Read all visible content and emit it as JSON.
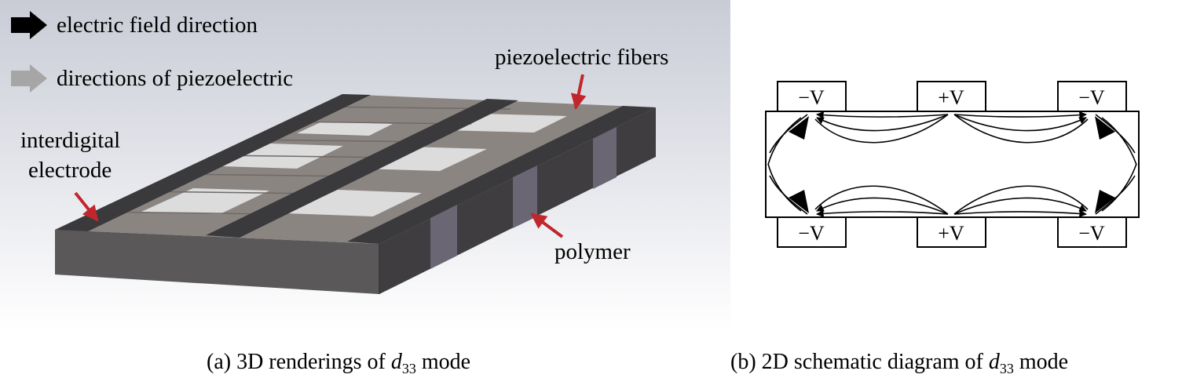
{
  "panel_a": {
    "legend": {
      "black_arrow_label": "electric field direction",
      "gray_arrow_label": "directions of piezoelectric"
    },
    "labels": {
      "fibers": "piezoelectric fibers",
      "electrode_line1": "interdigital",
      "electrode_line2": "electrode",
      "polymer": "polymer"
    },
    "caption": {
      "prefix": "(a) 3D renderings of ",
      "symbol": "d",
      "subscript": "33",
      "suffix": " mode"
    }
  },
  "panel_b": {
    "electrodes": {
      "top_left": "−V",
      "top_mid": "+V",
      "top_right": "−V",
      "bottom_left": "−V",
      "bottom_mid": "+V",
      "bottom_right": "−V"
    },
    "caption": {
      "prefix": "(b)  2D schematic diagram of ",
      "symbol": "d",
      "subscript": "33",
      "suffix": " mode"
    }
  },
  "colors": {
    "background_gradient_top": "#c9ccd6",
    "background_gradient_bottom": "#ffffff",
    "fiber_gray": "#8b8582",
    "polymer_light": "#dcdcdc",
    "electrode_dark": "#3a3a3d",
    "front_face": "#5a5858",
    "side_face": "#3f3d40",
    "polymer_side": "#6b6673",
    "pointer_red": "#c0272d",
    "black_arrow": "#000000",
    "gray_arrow": "#a6a6a6"
  }
}
